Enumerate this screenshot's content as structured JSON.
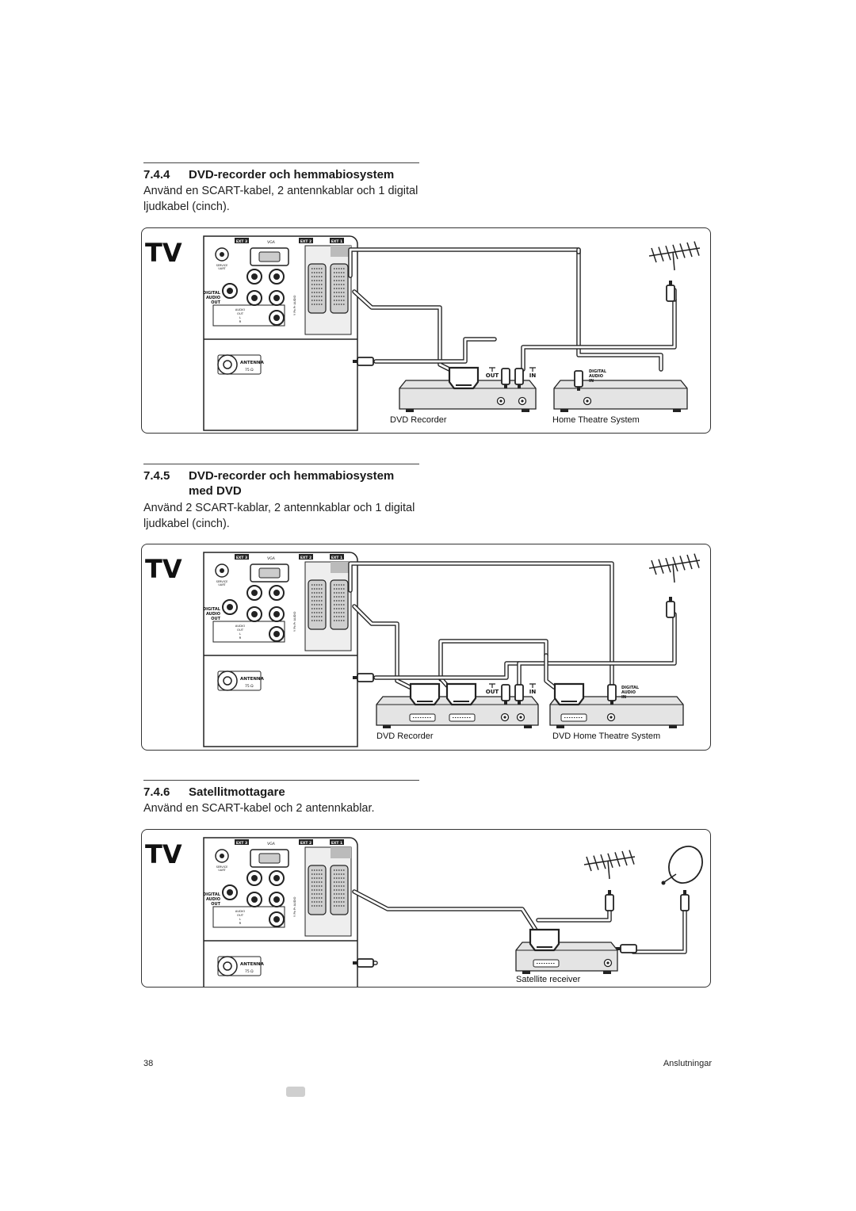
{
  "sections": [
    {
      "number": "7.4.4",
      "title": "DVD-recorder och hemmabiosystem",
      "title_cont": "",
      "body": "Använd en SCART-kabel, 2 antennkablar och 1 digital ljudkabel (cinch).",
      "labels": [
        "DVD Recorder",
        "Home Theatre System"
      ]
    },
    {
      "number": "7.4.5",
      "title": "DVD-recorder och hemmabiosystem",
      "title_cont": "med DVD",
      "body": "Använd 2 SCART-kablar, 2 antennkablar och 1 digital ljudkabel (cinch).",
      "labels": [
        "DVD Recorder",
        "DVD Home Theatre System"
      ]
    },
    {
      "number": "7.4.6",
      "title": "Satellitmottagare",
      "title_cont": "",
      "body": "Använd en SCART-kabel och 2 antennkablar.",
      "labels": [
        "Satellite receiver"
      ]
    }
  ],
  "tv_panel": {
    "tv_label": "TV",
    "ext3": "EXT 3",
    "vga": "VGA",
    "ext2": "EXT 2",
    "ext1": "EXT 1",
    "service": "SERVICE",
    "uart": "UART",
    "digital": "DIGITAL",
    "audio": "AUDIO",
    "out": "OUT",
    "audio_out_small": "AUDIO",
    "out_small": "OUT",
    "l": "L",
    "r": "R",
    "antenna": "ANTENNA",
    "ohm": "75 Ω",
    "side_label": "Y Pb Pr",
    "side_audio": "AUDIO"
  },
  "device_ports": {
    "out": "OUT",
    "in": "IN",
    "digital": "DIGITAL",
    "audio": "AUDIO",
    "in_small": "IN"
  },
  "footer": {
    "page_number": "38",
    "section_name": "Anslutningar"
  }
}
